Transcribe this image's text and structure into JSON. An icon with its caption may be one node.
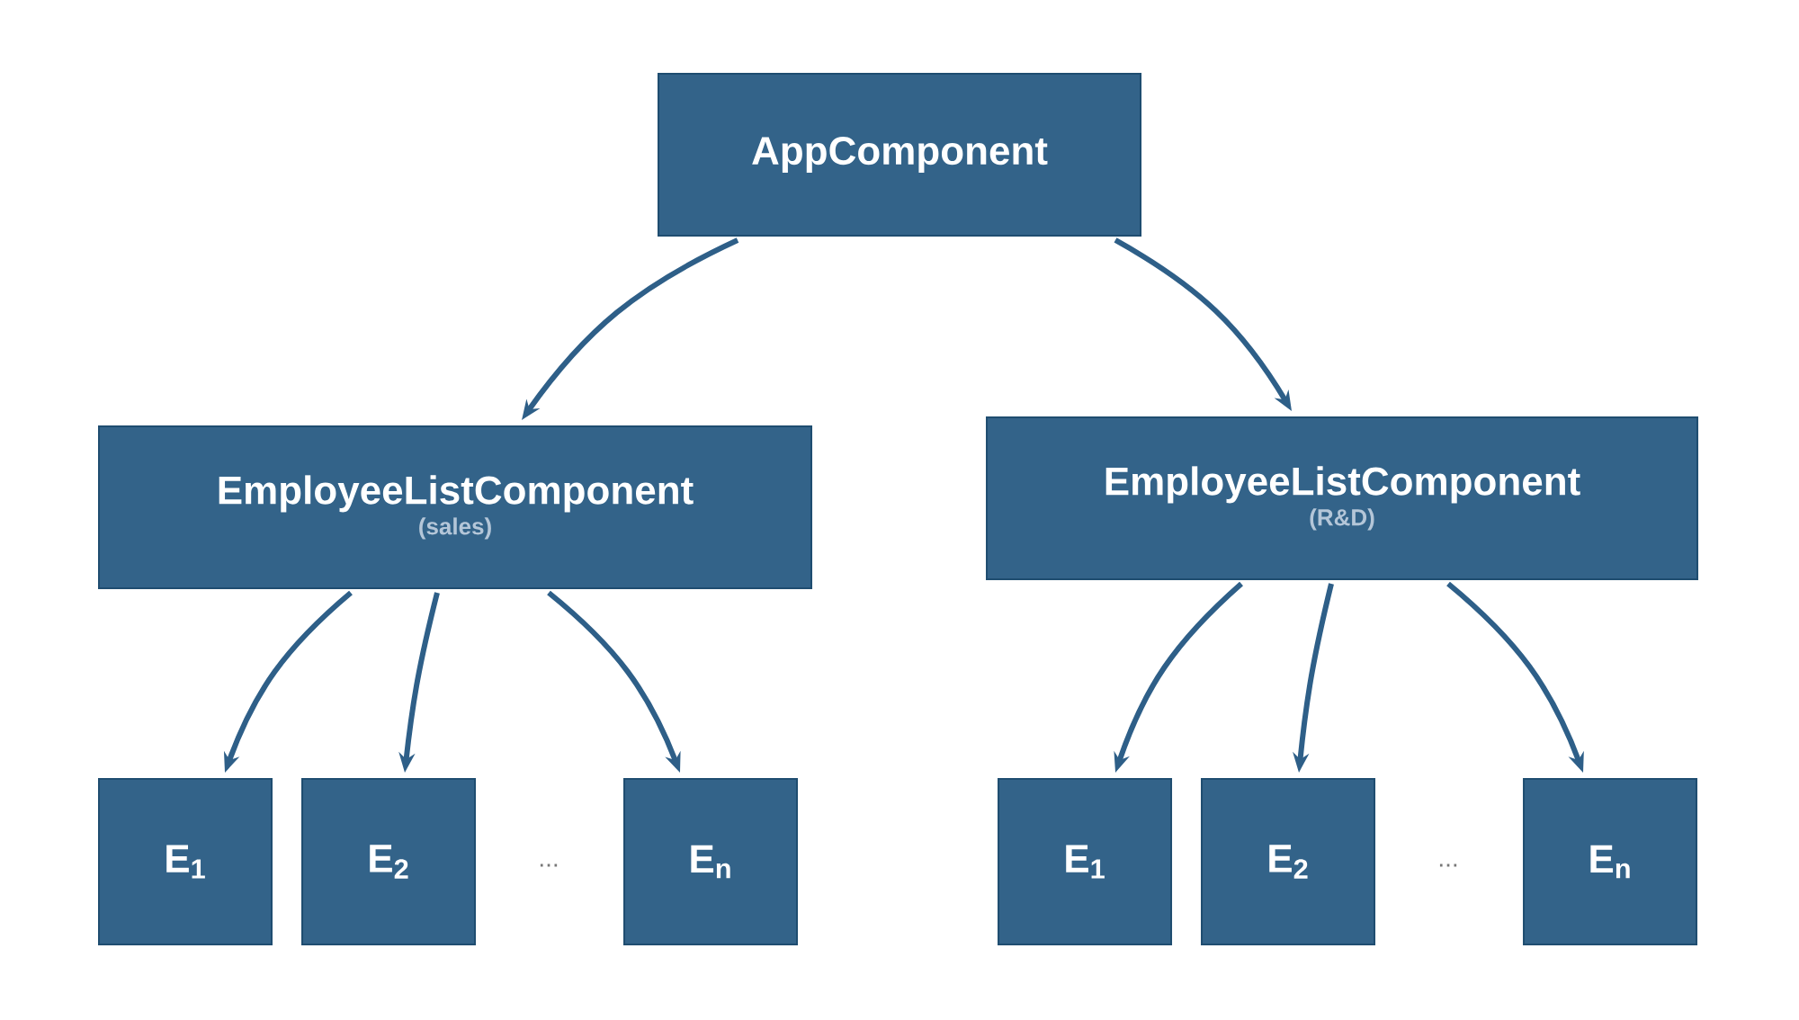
{
  "diagram": {
    "nodes": [
      {
        "text": [
          "AppComponent"
        ]
      },
      {
        "text": [
          "EmployeeListComponent",
          "(sales)"
        ]
      },
      {
        "text": [
          "EmployeeListComponent",
          "(R&D)"
        ]
      },
      {
        "text": [
          "E$_{1}$"
        ]
      },
      {
        "text": [
          "E$_{2}$"
        ]
      },
      {
        "text": [
          "E$_{n}$"
        ]
      },
      {
        "text": [
          "E$_{1}$"
        ]
      },
      {
        "text": [
          "E$_{2}$"
        ]
      },
      {
        "text": [
          "E$_{n}$"
        ]
      }
    ],
    "edges": [
      {
        "from": 0,
        "to": 1,
        "arrow": "to"
      },
      {
        "from": 0,
        "to": 2,
        "arrow": "to"
      },
      {
        "from": 1,
        "to": 3,
        "arrow": "to"
      },
      {
        "from": 1,
        "to": 4,
        "arrow": "to"
      },
      {
        "from": 1,
        "to": 5,
        "arrow": "to"
      },
      {
        "from": 2,
        "to": 6,
        "arrow": "to"
      },
      {
        "from": 2,
        "to": 7,
        "arrow": "to"
      },
      {
        "from": 2,
        "to": 8,
        "arrow": "to"
      }
    ],
    "labels": [
      "...",
      "..."
    ]
  }
}
